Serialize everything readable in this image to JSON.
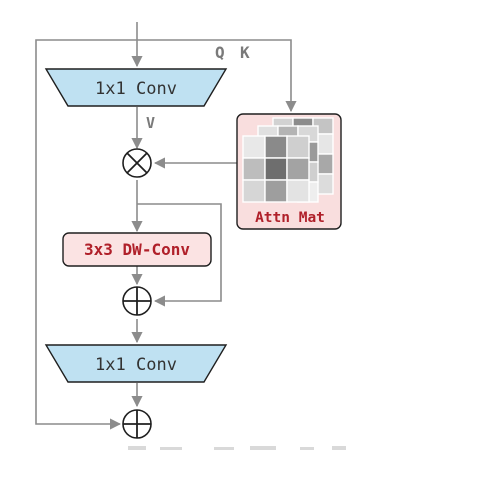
{
  "diagram": {
    "labels": {
      "q": "Q",
      "k": "K",
      "v": "V",
      "conv_top": "1x1 Conv",
      "dwconv": "3x3 DW-Conv",
      "conv_bottom": "1x1 Conv",
      "attn": "Attn Mat"
    },
    "colors": {
      "line": "#8c8c8c",
      "trapezoid_fill": "#bfe1f2",
      "dwconv_fill": "#fbe3e3",
      "dwconv_text": "#b0202a",
      "attn_fill": "#f9dede",
      "attn_text": "#b0202a",
      "text": "#333333"
    }
  }
}
